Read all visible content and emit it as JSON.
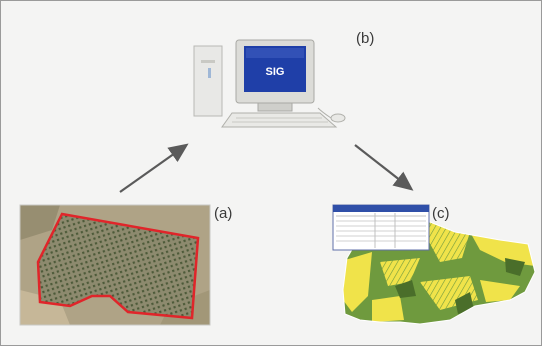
{
  "labels": {
    "a": "(a)",
    "b": "(b)",
    "c": "(c)"
  },
  "computer": {
    "screen_text": "SIG"
  },
  "colors": {
    "frame_border": "#9a9a9a",
    "background": "#f4f4f3",
    "field_boundary": "#e0252a",
    "arrow": "#5a5a5a",
    "map_green": "#6f9a3e",
    "map_yellow": "#f0e34a",
    "screen_blue": "#1f3fa8"
  }
}
